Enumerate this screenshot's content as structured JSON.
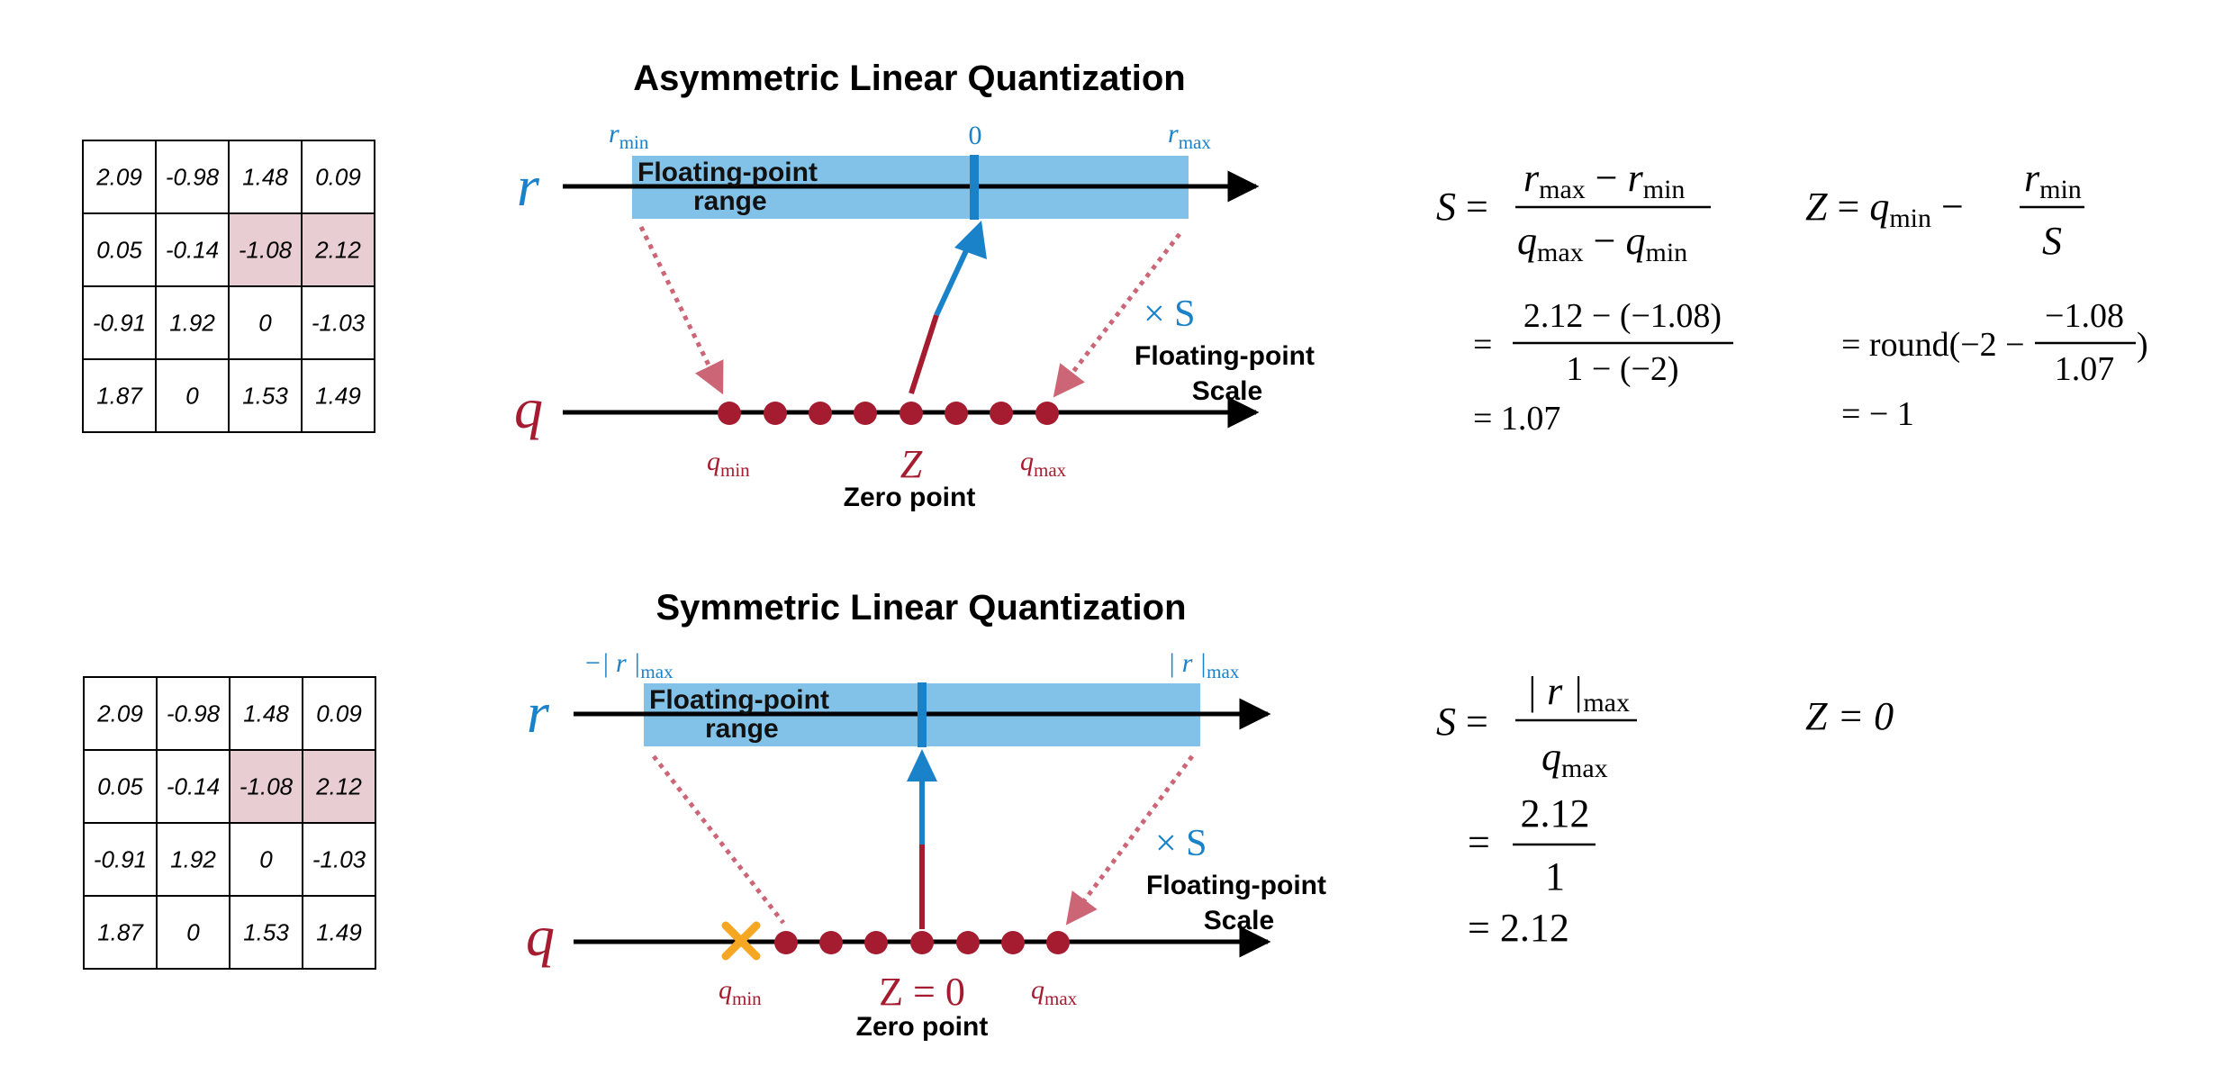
{
  "colors": {
    "blue": "#1a82c8",
    "light_blue": "#82c2e8",
    "red": "#a51c30",
    "pink_dotted": "#cc6677",
    "highlight": "#e8ced3",
    "orange": "#f5a623"
  },
  "matrix": [
    [
      "2.09",
      "-0.98",
      "1.48",
      "0.09"
    ],
    [
      "0.05",
      "-0.14",
      "-1.08",
      "2.12"
    ],
    [
      "-0.91",
      "1.92",
      "0",
      "-1.03"
    ],
    [
      "1.87",
      "0",
      "1.53",
      "1.49"
    ]
  ],
  "highlighted_cells": [
    [
      1,
      2
    ],
    [
      1,
      3
    ]
  ],
  "asymmetric": {
    "title": "Asymmetric Linear Quantization",
    "r_axis": "r",
    "q_axis": "q",
    "rmin_base": "r",
    "rmin_sub": "min",
    "zero_tick": "0",
    "rmax_base": "r",
    "rmax_sub": "max",
    "range_line1": "Floating-point",
    "range_line2": "range",
    "scale_symbol": "× S",
    "scale_line1": "Floating-point",
    "scale_line2": "Scale",
    "qmin_base": "q",
    "qmin_sub": "min",
    "qmax_base": "q",
    "qmax_sub": "max",
    "z_label": "Z",
    "zero_point": "Zero point",
    "formulas": {
      "s_lhs": "S =",
      "s_num_a": "r",
      "s_num_a_sub": "max",
      "s_num_op": "−",
      "s_num_b": "r",
      "s_num_b_sub": "min",
      "s_den_a": "q",
      "s_den_a_sub": "max",
      "s_den_op": "−",
      "s_den_b": "q",
      "s_den_b_sub": "min",
      "s_step_num": "2.12 − (−1.08)",
      "s_step_den": "1 − (−2)",
      "s_result": "= 1.07",
      "z_lhs": "Z = ",
      "z_q": "q",
      "z_q_sub": "min",
      "z_minus": "−",
      "z_frac_num": "r",
      "z_frac_num_sub": "min",
      "z_frac_den": "S",
      "z_step_prefix": "= round(−2 −",
      "z_step_num": "−1.08",
      "z_step_den": "1.07",
      "z_step_suffix": ")",
      "z_result": "= − 1"
    }
  },
  "symmetric": {
    "title": "Symmetric Linear Quantization",
    "r_axis": "r",
    "q_axis": "q",
    "neg_rmax": "−| r |",
    "neg_rmax_sub": "max",
    "pos_rmax": "| r |",
    "pos_rmax_sub": "max",
    "range_line1": "Floating-point",
    "range_line2": "range",
    "scale_symbol": "× S",
    "scale_line1": "Floating-point",
    "scale_line2": "Scale",
    "qmin_base": "q",
    "qmin_sub": "min",
    "qmax_base": "q",
    "qmax_sub": "max",
    "z_label": "Z = 0",
    "zero_point": "Zero point",
    "formulas": {
      "s_lhs": "S =",
      "s_num": "| r |",
      "s_num_sub": "max",
      "s_den": "q",
      "s_den_sub": "max",
      "s_step_num": "2.12",
      "s_step_den": "1",
      "s_result": "= 2.12",
      "z_eq": "Z = 0"
    }
  }
}
